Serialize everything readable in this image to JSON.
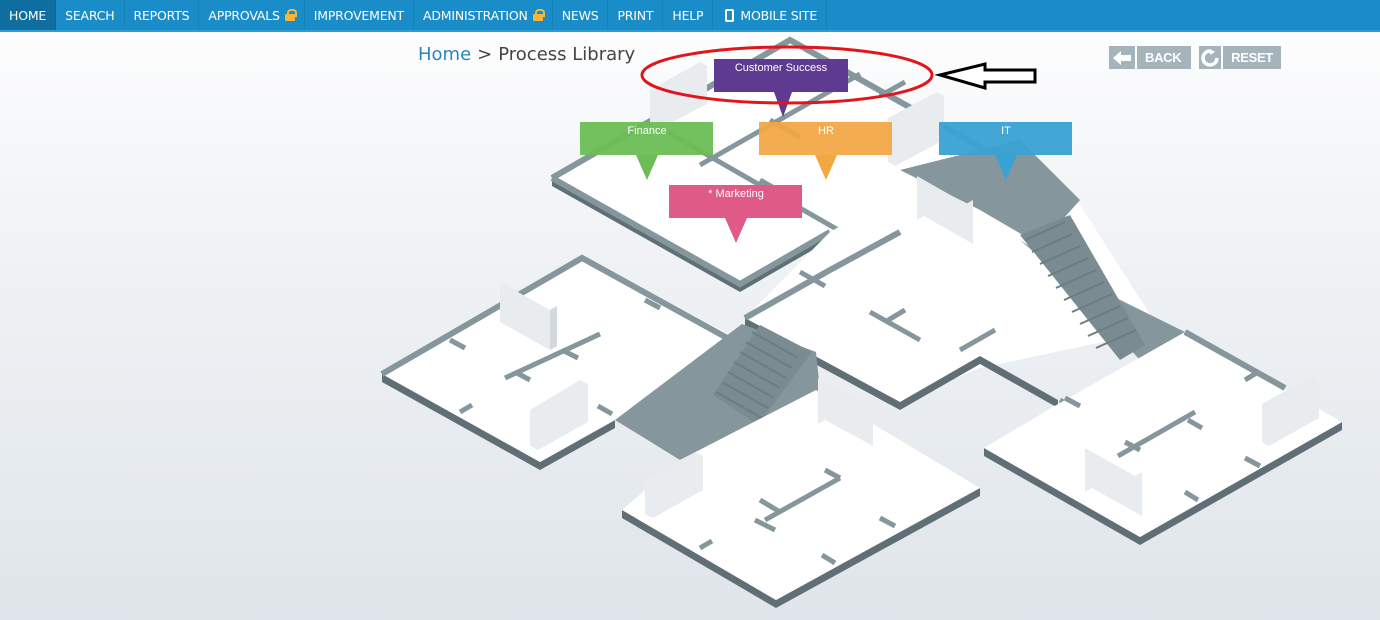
{
  "nav": {
    "items": [
      {
        "label": "HOME",
        "active": true,
        "icon": null
      },
      {
        "label": "SEARCH",
        "active": false,
        "icon": null
      },
      {
        "label": "REPORTS",
        "active": false,
        "icon": null
      },
      {
        "label": "APPROVALS",
        "active": false,
        "icon": "lock-icon"
      },
      {
        "label": "IMPROVEMENT",
        "active": false,
        "icon": null
      },
      {
        "label": "ADMINISTRATION",
        "active": false,
        "icon": "lock-icon"
      },
      {
        "label": "NEWS",
        "active": false,
        "icon": null
      },
      {
        "label": "PRINT",
        "active": false,
        "icon": null
      },
      {
        "label": "HELP",
        "active": false,
        "icon": null
      },
      {
        "label": "MOBILE SITE",
        "active": false,
        "icon": "mobile-phone-icon"
      }
    ]
  },
  "breadcrumb": {
    "home": "Home",
    "separator": ">",
    "current": "Process Library"
  },
  "buttons": {
    "back": {
      "label": "BACK",
      "icon": "arrow-left-icon"
    },
    "reset": {
      "label": "RESET",
      "icon": "refresh-icon"
    }
  },
  "departments": [
    {
      "label": "Customer Success",
      "color": "#5e3a91"
    },
    {
      "label": "Finance",
      "color": "#6cbd55"
    },
    {
      "label": "HR",
      "color": "#f2a743"
    },
    {
      "label": "IT",
      "color": "#39a2d3"
    },
    {
      "label": "* Marketing",
      "color": "#e05a87"
    }
  ],
  "annotations": {
    "highlight_ellipse_color": "#e0161b",
    "arrow_color": "#000000",
    "highlighted": "Customer Success"
  },
  "colors": {
    "nav_bg": "#1a8dc8",
    "nav_active": "#0f6e9f",
    "button_bg": "#a5b3ba",
    "floor_white": "#ffffff",
    "wall": "#85969d",
    "wall_dark": "#5f6f75",
    "stair_area": "#85969d"
  }
}
